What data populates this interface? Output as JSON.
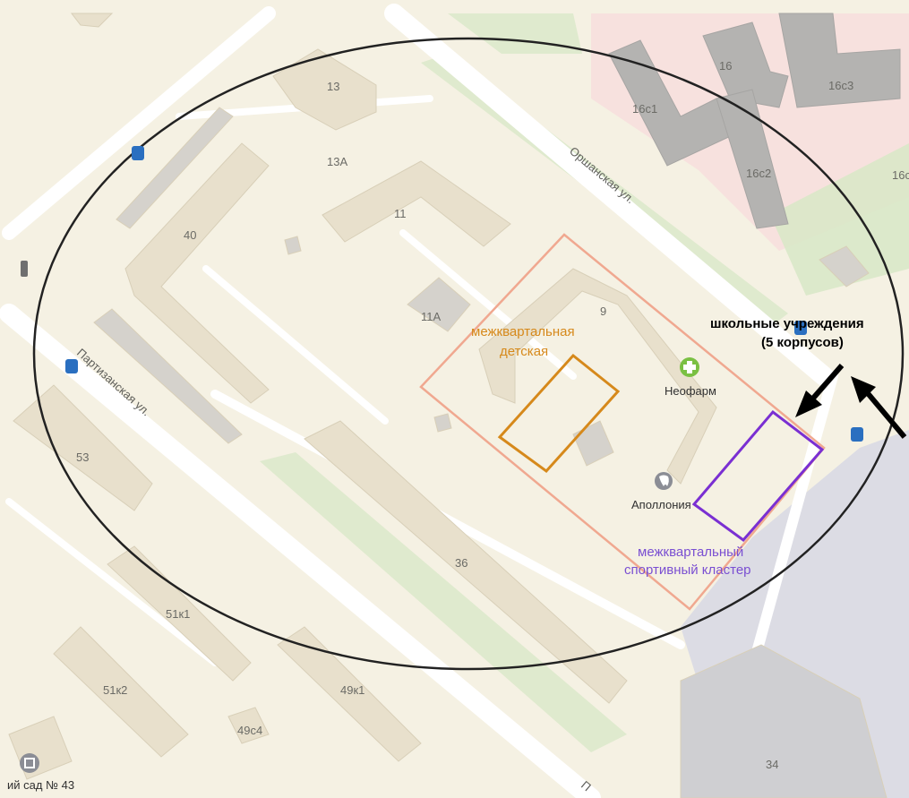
{
  "buildings": {
    "b13": "13",
    "b13a": "13А",
    "b11": "11",
    "b11a": "11А",
    "b40": "40",
    "b9": "9",
    "b53": "53",
    "b36": "36",
    "b51k1": "51к1",
    "b51k2": "51к2",
    "b49k1": "49к1",
    "b49s4": "49с4",
    "b34": "34",
    "b16": "16",
    "b16s1": "16с1",
    "b16s2": "16с2",
    "b16s3": "16с3",
    "b16cut": "16с"
  },
  "streets": {
    "orsha": "Оршанская ул.",
    "partisan": "Партизанская ул.",
    "cut_bottom": "П"
  },
  "poi": {
    "pharmacy": "Неофарм",
    "dental": "Аполлония",
    "kindergarten": "ий сад № 43"
  },
  "annotations": {
    "playground_line1": "межквартальная",
    "playground_line2": "детская",
    "sport_line1": "межквартальный",
    "sport_line2": "спортивный кластер",
    "school_line1": "школьные учреждения",
    "school_line2": "(5 корпусов)"
  },
  "colors": {
    "map_bg": "#f5f1e3",
    "road": "#ffffff",
    "building": "#e8e0cc",
    "school_zone": "#f7e1de",
    "park": "#d9e8c8",
    "parking": "#dcdce4",
    "orange": "#d6891b",
    "purple": "#7a2fd2",
    "block_border": "#f0a890",
    "circle": "#222222"
  }
}
